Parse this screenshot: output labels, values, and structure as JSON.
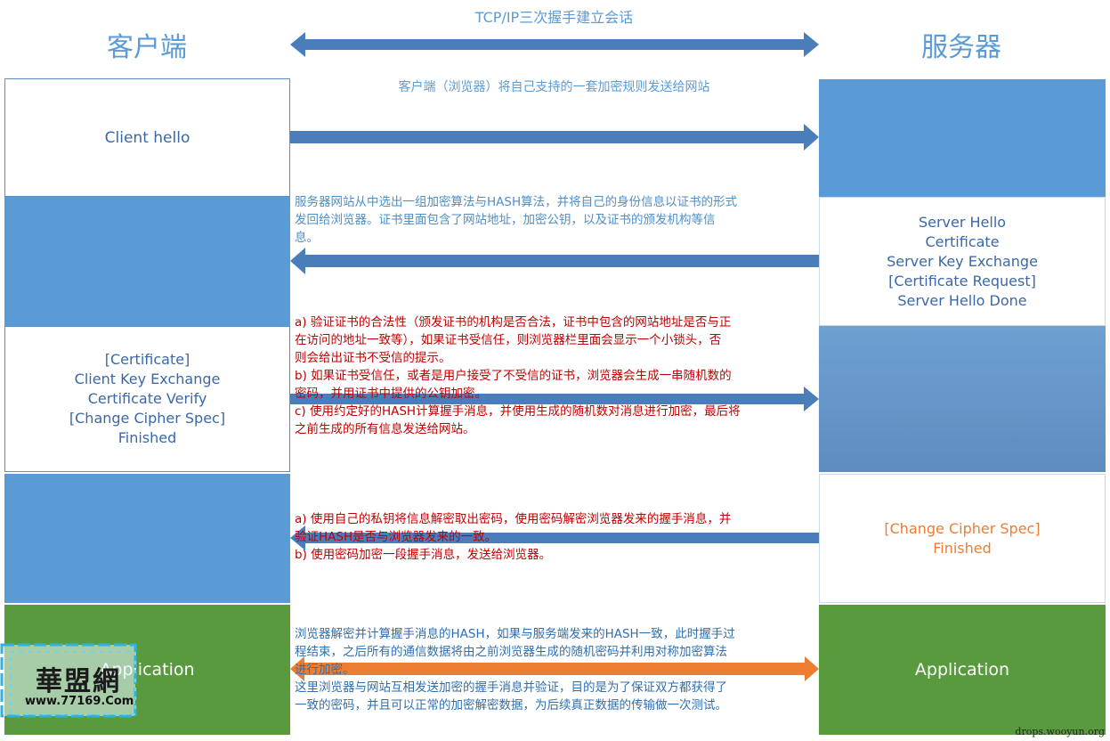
{
  "header": {
    "client_title": "客户端",
    "server_title": "服务器",
    "handshake_label": "TCP/IP三次握手建立会话",
    "client_send_label": "客户端（浏览器）将自己支持的一套加密规则发送给网站"
  },
  "client_boxes": {
    "hello": "Client hello",
    "key_lines": [
      "[Certificate]",
      "Client Key Exchange",
      "Certificate Verify",
      "[Change Cipher Spec]",
      "Finished"
    ],
    "application": "Application"
  },
  "server_boxes": {
    "hello_lines": [
      "Server Hello",
      "Certificate",
      "Server Key Exchange",
      "[Certificate Request]",
      "Server Hello Done"
    ],
    "finish_lines": [
      "[Change Cipher Spec]",
      "Finished"
    ],
    "application": "Application"
  },
  "notes": {
    "server_reply": [
      "服务器网站从中选出一组加密算法与HASH算法，并将自己的身份信息以证书的形式",
      "发回给浏览器。证书里面包含了网站地址，加密公钥，以及证书的颁发机构等信",
      "息。"
    ],
    "client_verify": [
      "a) 验证证书的合法性（颁发证书的机构是否合法，证书中包含的网站地址是否与正",
      "在访问的地址一致等），如果证书受信任，则浏览器栏里面会显示一个小锁头，否",
      "则会给出证书不受信的提示。",
      "b) 如果证书受信任，或者是用户接受了不受信的证书，浏览器会生成一串随机数的",
      "密码，并用证书中提供的公钥加密。",
      "c) 使用约定好的HASH计算握手消息，并使用生成的随机数对消息进行加密，最后将",
      "之前生成的所有信息发送给网站。"
    ],
    "server_verify": [
      "a) 使用自己的私钥将信息解密取出密码，使用密码解密浏览器发来的握手消息，并",
      "验证HASH是否与浏览器发来的一致。",
      "b) 使用密码加密一段握手消息，发送给浏览器。"
    ],
    "final": [
      "浏览器解密并计算握手消息的HASH，如果与服务端发来的HASH一致，此时握手过",
      "程结束，之后所有的通信数据将由之前浏览器生成的随机密码并利用对称加密算法",
      "进行加密。",
      "这里浏览器与网站互相发送加密的握手消息并验证，目的是为了保证双方都获得了",
      "一致的密码，并且可以正常的加密解密数据，为后续真正数据的传输做一次测试。"
    ]
  },
  "logo": {
    "name": "華盟網",
    "url": "www.77169.Com"
  },
  "watermark": "drops.wooyun.org",
  "colors": {
    "accent_blue": "#5b9bd5",
    "arrow_blue": "#4a7ebb",
    "app_green": "#5a9a3e",
    "orange": "#ed7d31",
    "red_text": "#c00000"
  }
}
